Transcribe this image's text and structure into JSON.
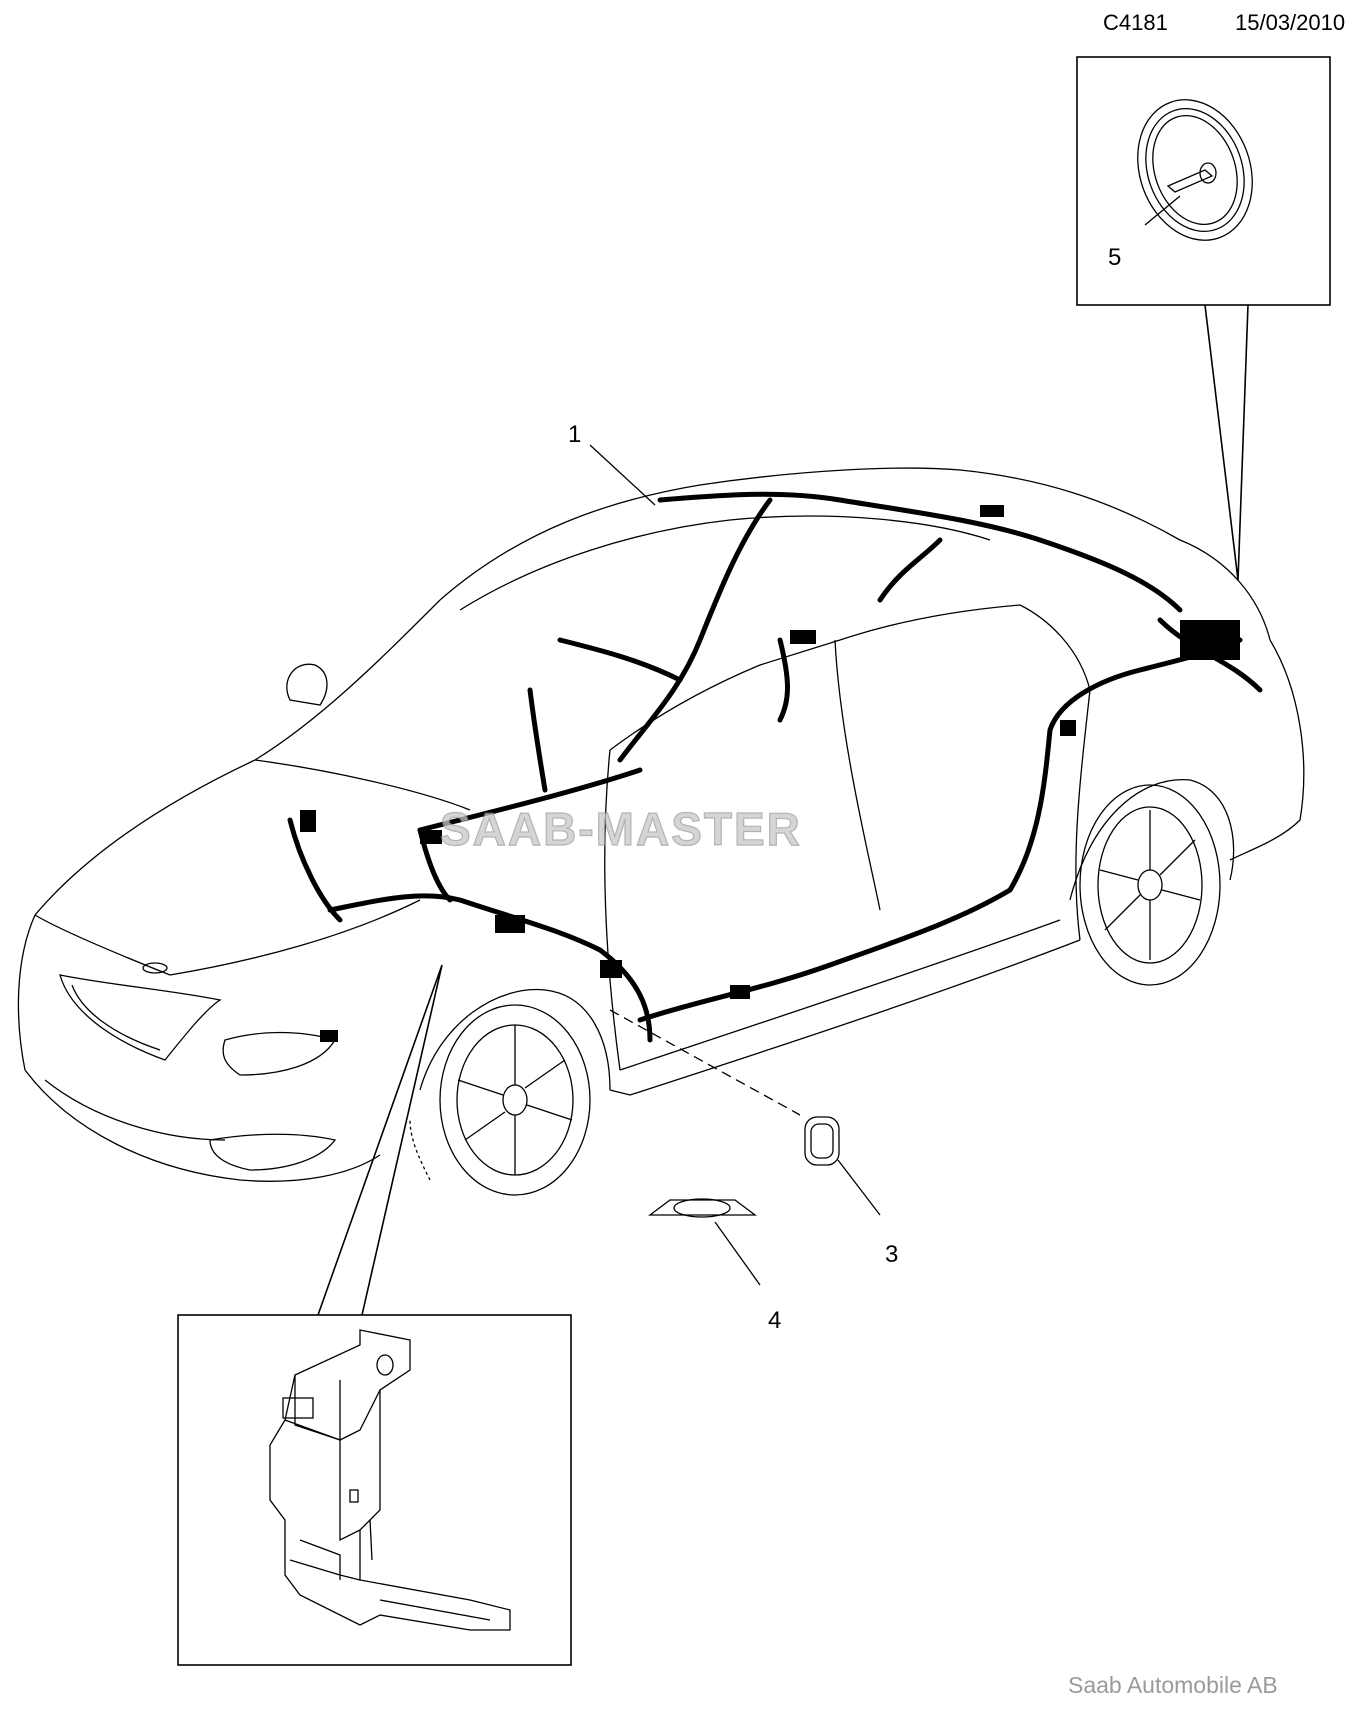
{
  "header": {
    "diagram_code": "C4181",
    "date": "15/03/2010"
  },
  "callouts": {
    "item_1": "1",
    "item_3": "3",
    "item_4": "4",
    "item_5": "5"
  },
  "watermark": "SAAB-MASTER",
  "footer": {
    "copyright": "Saab Automobile AB"
  },
  "colors": {
    "line": "#000000",
    "footer_text": "#9a9a9a"
  }
}
